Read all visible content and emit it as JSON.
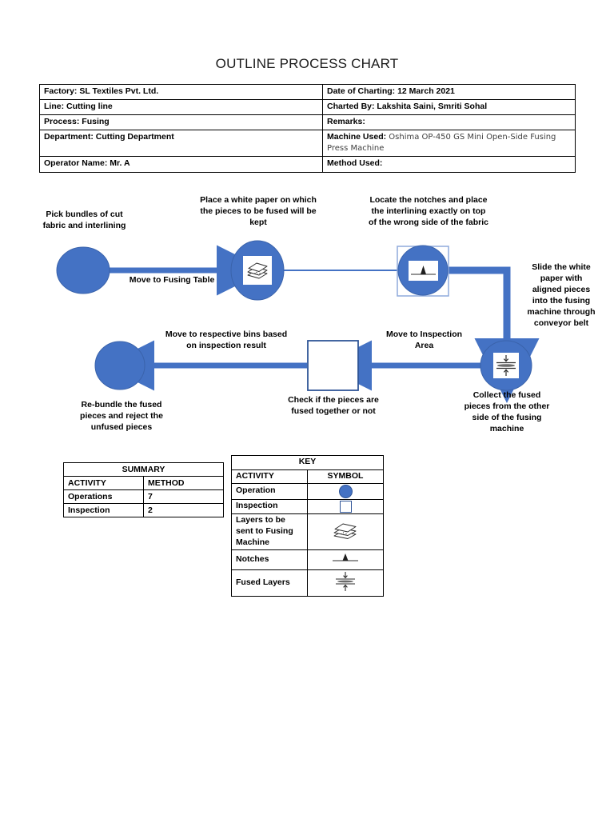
{
  "title": "OUTLINE PROCESS CHART",
  "accent_color": "#4472C4",
  "accent_dark": "#2F5597",
  "header": {
    "rows": [
      {
        "left": "Factory: SL Textiles Pvt. Ltd.",
        "right": "Date of Charting: 12 March 2021"
      },
      {
        "left": "Line: Cutting line",
        "right": "Charted By: Lakshita Saini, Smriti Sohal"
      },
      {
        "left": "Process: Fusing",
        "right": "Remarks:"
      },
      {
        "left": "Department: Cutting Department",
        "right_label": "Machine Used:",
        "right_value": " Oshima OP-450 GS Mini Open-Side Fusing Press Machine"
      },
      {
        "left": "Operator Name: Mr. A",
        "right": "Method Used:"
      }
    ]
  },
  "flow": {
    "nodes": [
      {
        "id": "pick",
        "label": "Pick bundles of cut\nfabric and interlining",
        "type": "operation",
        "icon": "none"
      },
      {
        "id": "place-paper",
        "label": "Place a white paper on which\nthe pieces to be fused will be\nkept",
        "type": "operation",
        "icon": "layers-icon"
      },
      {
        "id": "locate-notches",
        "label": "Locate the notches and place\nthe interlining exactly on top\nof the wrong side of the fabric",
        "type": "operation",
        "icon": "notches-icon"
      },
      {
        "id": "collect-fused",
        "label": "Collect the fused\npieces from the other\nside of the fusing\nmachine",
        "type": "operation",
        "icon": "fused-layers-icon"
      },
      {
        "id": "check-fused",
        "label": "Check if the pieces are\nfused together or not",
        "type": "inspection",
        "icon": "none"
      },
      {
        "id": "rebundle",
        "label": "Re-bundle the fused\npieces and reject the\nunfused pieces",
        "type": "operation",
        "icon": "none"
      }
    ],
    "connectors": [
      {
        "id": "move-fusing-table",
        "label": "Move to Fusing Table"
      },
      {
        "id": "slide-white-paper",
        "label": "Slide the white\npaper with\naligned pieces\ninto the fusing\nmachine through\nconveyor belt"
      },
      {
        "id": "move-inspection-area",
        "label": "Move to Inspection\nArea"
      },
      {
        "id": "move-bins",
        "label": "Move to respective bins based\non inspection result"
      }
    ]
  },
  "summary": {
    "title": "SUMMARY",
    "headers": [
      "ACTIVITY",
      "METHOD"
    ],
    "rows": [
      {
        "activity": "Operations",
        "method": "7"
      },
      {
        "activity": "Inspection",
        "method": "2"
      }
    ]
  },
  "key": {
    "title": "KEY",
    "headers": [
      "ACTIVITY",
      "SYMBOL"
    ],
    "rows": [
      {
        "activity": "Operation",
        "symbol": "operation-circle-icon"
      },
      {
        "activity": "Inspection",
        "symbol": "inspection-square-icon"
      },
      {
        "activity": "Layers to be sent to Fusing Machine",
        "symbol": "layers-icon"
      },
      {
        "activity": "Notches",
        "symbol": "notches-icon"
      },
      {
        "activity": "Fused Layers",
        "symbol": "fused-layers-icon"
      }
    ]
  }
}
